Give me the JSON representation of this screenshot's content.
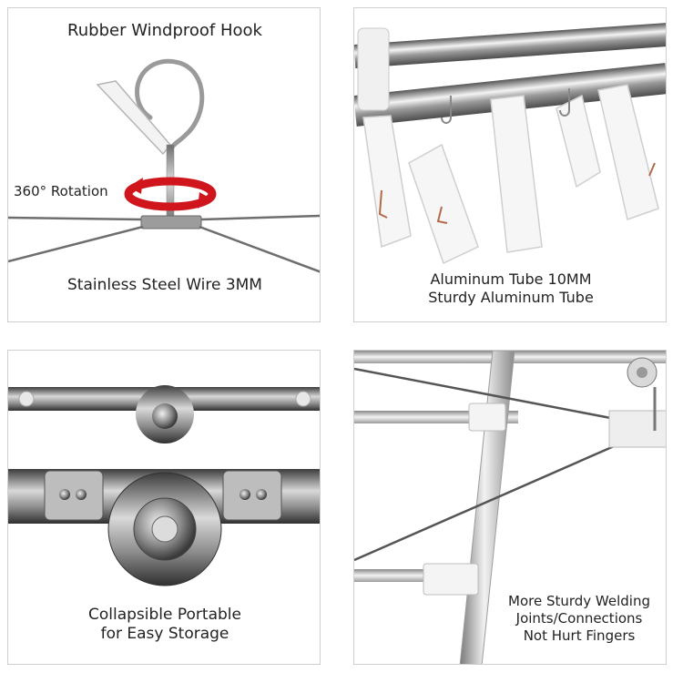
{
  "panels": [
    {
      "id": "hook",
      "title": "Rubber Windproof Hook",
      "rotation_label": "360° Rotation",
      "caption": "Stainless Steel Wire 3MM"
    },
    {
      "id": "tube",
      "caption_lines": [
        "Aluminum Tube 10MM",
        "Sturdy Aluminum Tube"
      ]
    },
    {
      "id": "hinge",
      "caption_lines": [
        "Collapsible Portable",
        "for Easy Storage"
      ]
    },
    {
      "id": "joints",
      "caption_lines": [
        "More Sturdy Welding",
        "Joints/Connections",
        "Not Hurt Fingers"
      ]
    }
  ],
  "colors": {
    "rotation_arrow": "#d0151c",
    "steel": "#a9a9a9",
    "plastic": "#f2f2f2",
    "border": "#cfcfcf"
  }
}
